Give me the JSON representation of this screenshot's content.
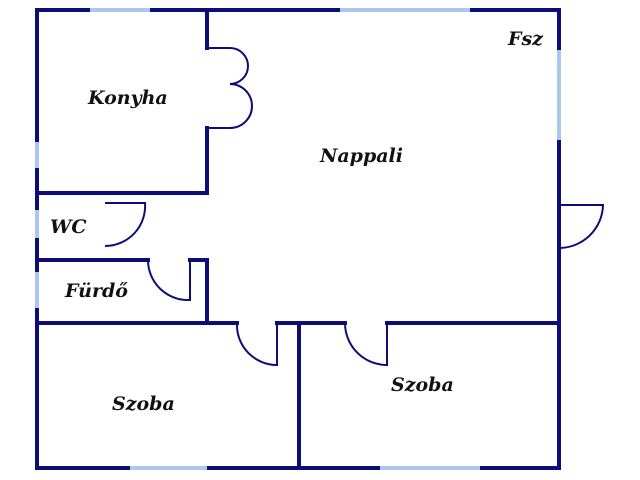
{
  "floor_label": "Fsz",
  "rooms": {
    "kitchen": "Konyha",
    "living": "Nappali",
    "wc": "WC",
    "bathroom": "Fürdő",
    "room_left": "Szoba",
    "room_right": "Szoba"
  },
  "colors": {
    "wall": "#0d0d7a",
    "window": "#a9c8ec",
    "background": "#ffffff",
    "text": "#111111"
  }
}
